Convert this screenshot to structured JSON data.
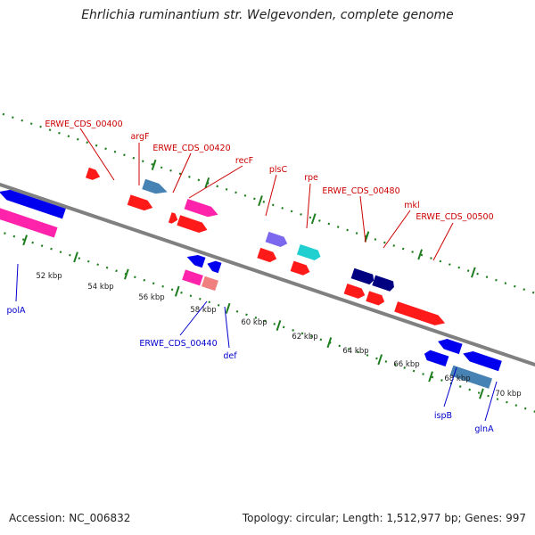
{
  "title": "Ehrlichia ruminantium str. Welgevonden, complete genome",
  "footer": {
    "accession": "Accession: NC_006832",
    "summary": "Topology: circular; Length: 1,512,977 bp; Genes: 997"
  },
  "colors": {
    "backbone": "#808080",
    "tick": "#1e7d1e",
    "label_top": "#cc0000",
    "label_bottom": "#0000cc",
    "red_cds": "#ff1a1a",
    "magenta": "#ff22aa",
    "blue": "#0000ee",
    "steel": "#4682b4",
    "navy": "#000080",
    "purple": "#7b68ee",
    "cyan": "#20d0d0",
    "salmon": "#f08080"
  },
  "scale_labels": [
    "52 kbp",
    "54 kbp",
    "56 kbp",
    "58 kbp",
    "60 kbp",
    "62 kbp",
    "64 kbp",
    "66 kbp",
    "68 kbp",
    "70 kbp"
  ],
  "top_labels": [
    "ERWE_CDS_00400",
    "argF",
    "ERWE_CDS_00420",
    "recF",
    "plsC",
    "rpe",
    "ERWE_CDS_00480",
    "mkl",
    "ERWE_CDS_00500"
  ],
  "bottom_labels": [
    "polA",
    "ERWE_CDS_00440",
    "def",
    "ispB",
    "glnA"
  ]
}
